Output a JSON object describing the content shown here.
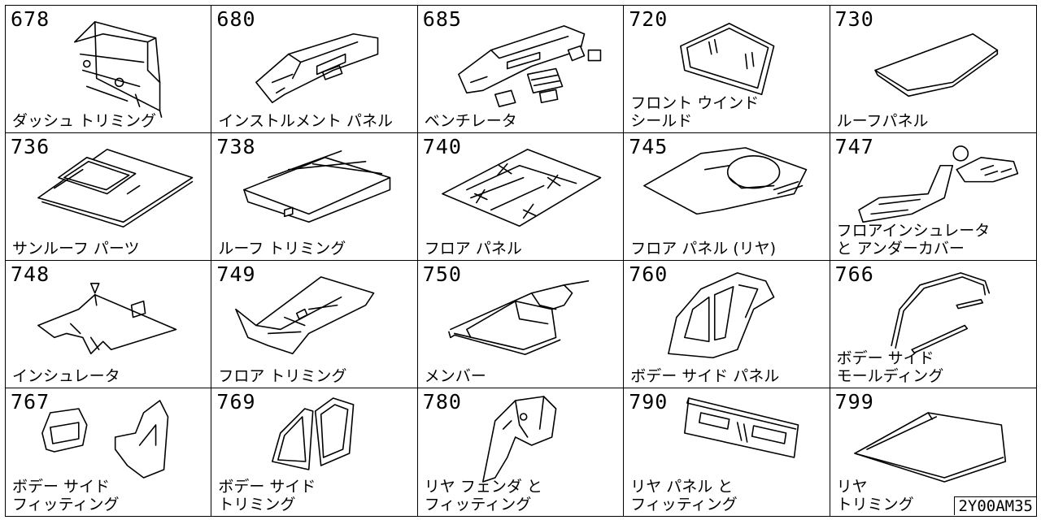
{
  "cells": [
    {
      "code": "678",
      "label": [
        "ダッシュ トリミング"
      ],
      "icon": "dash-trim-icon"
    },
    {
      "code": "680",
      "label": [
        "インストルメント パネル"
      ],
      "icon": "instrument-panel-icon"
    },
    {
      "code": "685",
      "label": [
        "ベンチレータ"
      ],
      "icon": "ventilator-icon"
    },
    {
      "code": "720",
      "label": [
        "フロント ウインド",
        "シールド"
      ],
      "icon": "windshield-icon"
    },
    {
      "code": "730",
      "label": [
        "ルーフパネル"
      ],
      "icon": "roof-panel-icon"
    },
    {
      "code": "736",
      "label": [
        "サンルーフ パーツ"
      ],
      "icon": "sunroof-icon"
    },
    {
      "code": "738",
      "label": [
        "ルーフ トリミング"
      ],
      "icon": "roof-trim-icon"
    },
    {
      "code": "740",
      "label": [
        "フロア パネル"
      ],
      "icon": "floor-panel-icon"
    },
    {
      "code": "745",
      "label": [
        "フロア パネル (リヤ)"
      ],
      "icon": "rear-floor-panel-icon"
    },
    {
      "code": "747",
      "label": [
        "フロアインシュレータ",
        "と アンダーカバー"
      ],
      "icon": "floor-insulator-icon"
    },
    {
      "code": "748",
      "label": [
        "インシュレータ"
      ],
      "icon": "insulator-icon"
    },
    {
      "code": "749",
      "label": [
        "フロア トリミング"
      ],
      "icon": "floor-trim-icon"
    },
    {
      "code": "750",
      "label": [
        "メンバー"
      ],
      "icon": "member-frame-icon"
    },
    {
      "code": "760",
      "label": [
        "ボデー サイド パネル"
      ],
      "icon": "body-side-panel-icon"
    },
    {
      "code": "766",
      "label": [
        "ボデー サイド",
        "モールディング"
      ],
      "icon": "side-molding-icon"
    },
    {
      "code": "767",
      "label": [
        "ボデー サイド",
        "フィッティング"
      ],
      "icon": "side-fitting-icon"
    },
    {
      "code": "769",
      "label": [
        "ボデー サイド",
        "トリミング"
      ],
      "icon": "side-trim-icon"
    },
    {
      "code": "780",
      "label": [
        "リヤ フェンダ と",
        "フィッティング"
      ],
      "icon": "rear-fender-icon"
    },
    {
      "code": "790",
      "label": [
        "リヤ パネル と",
        "フィッティング"
      ],
      "icon": "rear-panel-icon"
    },
    {
      "code": "799",
      "label": [
        "リヤ",
        "トリミング"
      ],
      "icon": "rear-trim-icon"
    }
  ],
  "reference_code": "2Y00AM35"
}
